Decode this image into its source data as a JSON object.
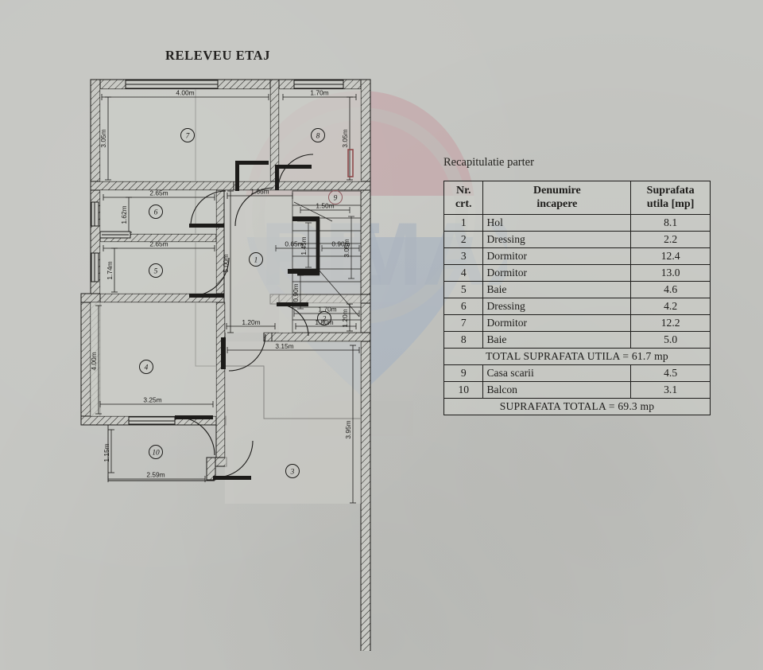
{
  "plan": {
    "title": "RELEVEU ETAJ",
    "rooms": [
      {
        "id": "1",
        "label": "1"
      },
      {
        "id": "2",
        "label": "2"
      },
      {
        "id": "3",
        "label": "3"
      },
      {
        "id": "4",
        "label": "4"
      },
      {
        "id": "5",
        "label": "5"
      },
      {
        "id": "6",
        "label": "6"
      },
      {
        "id": "7",
        "label": "7"
      },
      {
        "id": "8",
        "label": "8"
      },
      {
        "id": "9",
        "label": "9"
      },
      {
        "id": "10",
        "label": "10"
      }
    ],
    "dimensions": {
      "d_top_7_w": "4.00m",
      "d_7_h": "3.05m",
      "d_8_w": "1.70m",
      "d_8_h": "3.05m",
      "d_6_w": "2.65m",
      "d_6_h": "1.62m",
      "d_5_w": "2.65m",
      "d_5_h": "1.74m",
      "d_hall_h": "5.00m",
      "d_hall_w": "1.66m",
      "d_stair_a": "1.50m",
      "d_stair_b": "1.45m",
      "d_stair_c": "0.65m",
      "d_stair_d": "0.90m",
      "d_stair_e": "0.90m",
      "d_stair_f": "1.70m",
      "d_stair_g": "3.05m",
      "d_2_w": "1.80m",
      "d_2_h": "1.20m",
      "d_door_1_20": "1.20m",
      "d_3_w": "3.15m",
      "d_3_h": "3.95m",
      "d_4_w": "3.25m",
      "d_4_h": "4.00m",
      "d_10_w": "2.59m",
      "d_10_h": "1.15m"
    }
  },
  "recap": {
    "caption": "Recapitulatie parter",
    "headers": {
      "nr_line1": "Nr.",
      "nr_line2": "crt.",
      "name_line1": "Denumire",
      "name_line2": "incapere",
      "val_line1": "Suprafata",
      "val_line2": "utila [mp]"
    },
    "rows": [
      {
        "nr": "1",
        "name": "Hol",
        "val": "8.1"
      },
      {
        "nr": "2",
        "name": "Dressing",
        "val": "2.2"
      },
      {
        "nr": "3",
        "name": "Dormitor",
        "val": "12.4"
      },
      {
        "nr": "4",
        "name": "Dormitor",
        "val": "13.0"
      },
      {
        "nr": "5",
        "name": "Baie",
        "val": "4.6"
      },
      {
        "nr": "6",
        "name": "Dressing",
        "val": "4.2"
      },
      {
        "nr": "7",
        "name": "Dormitor",
        "val": "12.2"
      },
      {
        "nr": "8",
        "name": "Baie",
        "val": "5.0"
      }
    ],
    "total_utila": "TOTAL SUPRAFATA UTILA = 61.7 mp",
    "rows_extra": [
      {
        "nr": "9",
        "name": "Casa scarii",
        "val": "4.5"
      },
      {
        "nr": "10",
        "name": "Balcon",
        "val": "3.1"
      }
    ],
    "total_generala": "SUPRAFATA TOTALA = 69.3 mp"
  },
  "watermark": {
    "name": "remax-balloon-watermark",
    "color_red": "#c58f96",
    "color_blue": "#9aa9c4",
    "text": "RE/MAX"
  },
  "colors": {
    "paper": "#c5c6c2",
    "ink": "#1c1b19",
    "room_fill": "#c9cac5"
  }
}
